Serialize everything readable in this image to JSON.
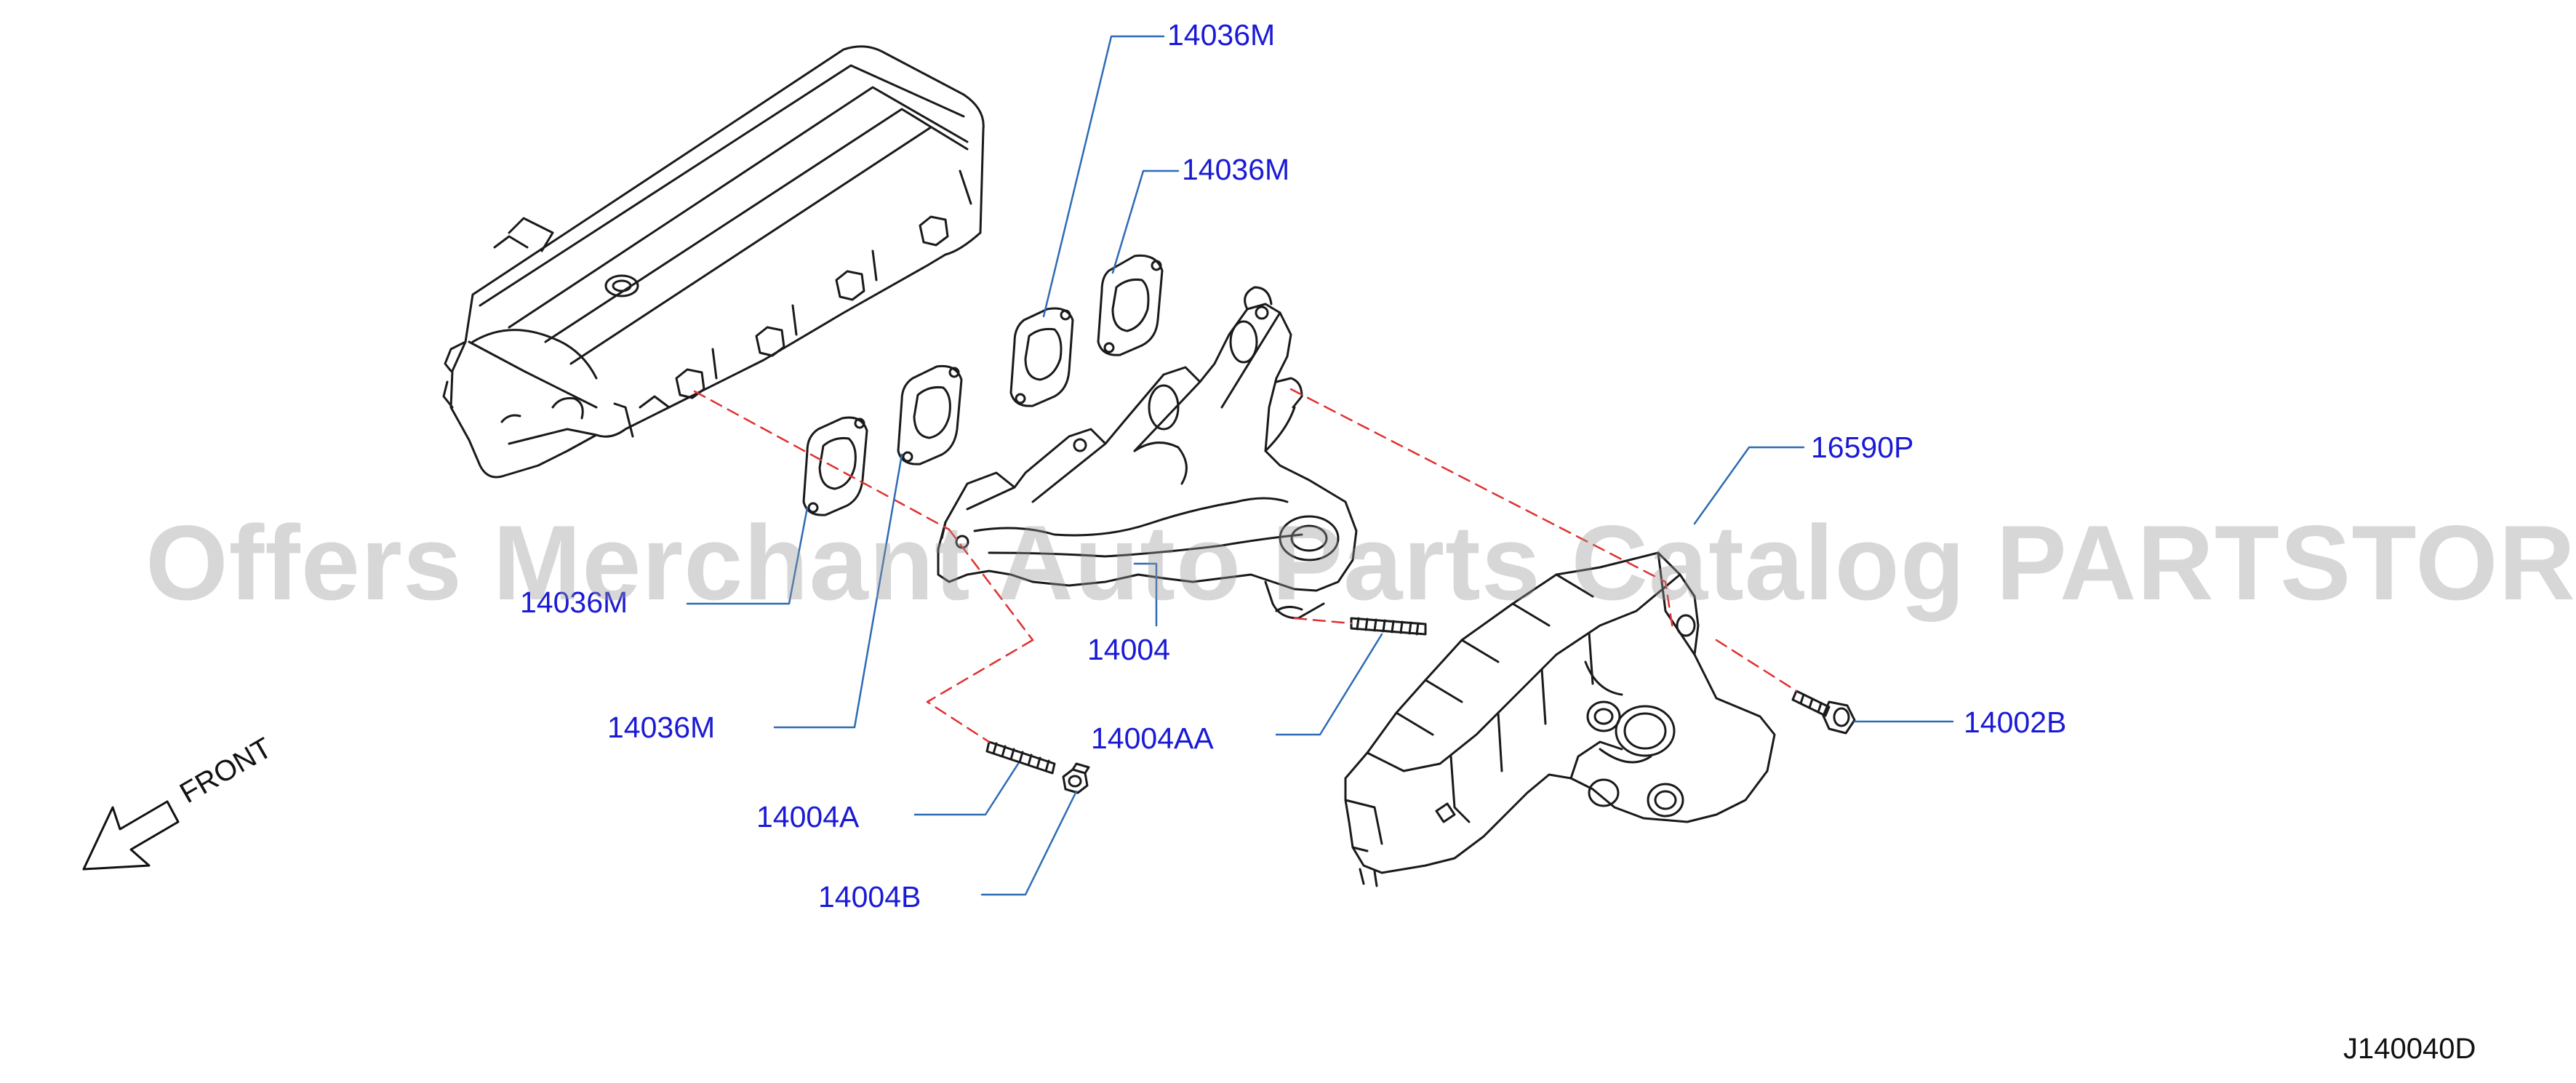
{
  "diagram": {
    "callouts": [
      {
        "id": "gasket-top-1",
        "label": "14036M"
      },
      {
        "id": "gasket-top-2",
        "label": "14036M"
      },
      {
        "id": "heat-insulator",
        "label": "16590P"
      },
      {
        "id": "gasket-left-1",
        "label": "14036M"
      },
      {
        "id": "manifold",
        "label": "14004"
      },
      {
        "id": "gasket-left-2",
        "label": "14036M"
      },
      {
        "id": "stud-aa",
        "label": "14004AA"
      },
      {
        "id": "bolt",
        "label": "14002B"
      },
      {
        "id": "stud-a",
        "label": "14004A"
      },
      {
        "id": "nut",
        "label": "14004B"
      }
    ],
    "front_label": "FRONT",
    "diagram_code": "J140040D",
    "watermark": "Offers Merchant Auto Parts Catalog PARTSTORE.SA"
  },
  "colors": {
    "callout_text": "#1a1ad6",
    "leader_line": "#2d6bb5",
    "centerline": "#e03030",
    "drawing_stroke": "#1a1a1a",
    "watermark": "#9a9a9a"
  }
}
